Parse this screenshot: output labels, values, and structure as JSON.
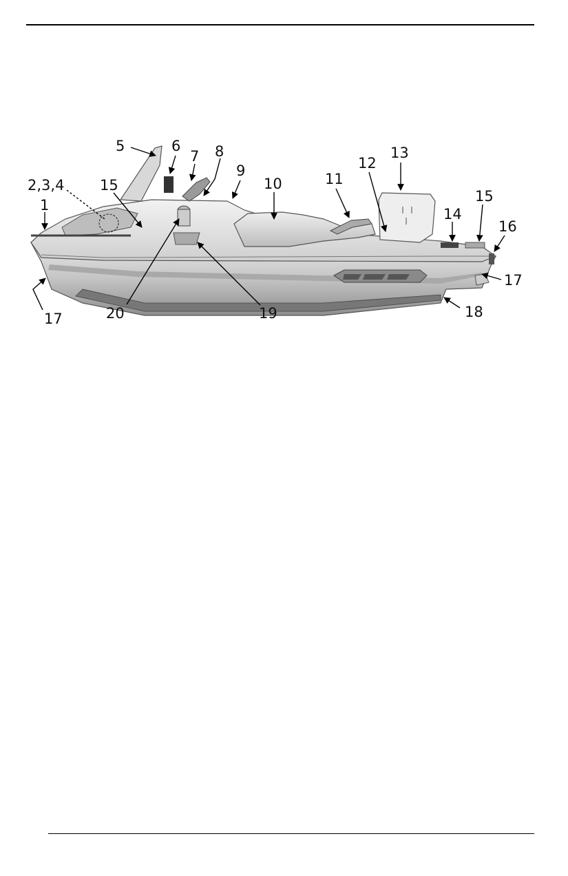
{
  "figure": {
    "callouts": {
      "c1": "1",
      "c234": "2,3,4",
      "c5": "5",
      "c6": "6",
      "c7": "7",
      "c8": "8",
      "c9": "9",
      "c10": "10",
      "c11": "11",
      "c12": "12",
      "c13": "13",
      "c14": "14",
      "c15a": "15",
      "c15b": "15",
      "c16": "16",
      "c17a": "17",
      "c17b": "17",
      "c18": "18",
      "c19": "19",
      "c20": "20"
    }
  }
}
